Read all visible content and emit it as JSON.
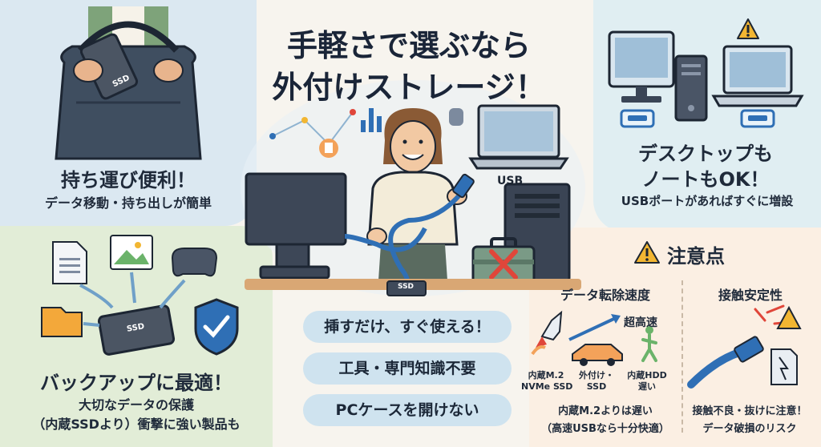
{
  "title": {
    "line1": "手軽さで選ぶなら",
    "line2": "外付けストレージ！"
  },
  "portable": {
    "heading": "持ち運び便利！",
    "sub": "データ移動・持ち出しが簡単",
    "ssd_label": "SSD"
  },
  "compat": {
    "heading1": "デスクトップも",
    "heading2": "ノートもOK！",
    "sub": "USBポートがあればすぐに増設"
  },
  "backup": {
    "heading": "バックアップに最適！",
    "sub1": "大切なデータの保護",
    "sub2": "（内蔵SSDより）衝撃に強い製品も",
    "ssd_label": "SSD"
  },
  "center": {
    "usb_label": "USB",
    "ssd_label": "SSD"
  },
  "benefits": [
    "挿すだけ、すぐ使える！",
    "工具・専門知識不要",
    "PCケースを開けない"
  ],
  "caution": {
    "heading": "注意点",
    "speed": {
      "title": "データ転除速度",
      "fast_label": "超高速",
      "items": [
        {
          "line1": "内蔵M.2",
          "line2": "NVMe SSD"
        },
        {
          "line1": "外付け・",
          "line2": "SSD"
        },
        {
          "line1": "内蔵HDD",
          "line2": "遅い"
        }
      ],
      "note1": "内蔵M.2よりは遅い",
      "note2": "（高速USBなら十分快適）"
    },
    "stability": {
      "title": "接触安定性",
      "note1": "接触不良・抜けに注意！",
      "note2": "データ破損のリスク"
    }
  },
  "colors": {
    "accent": "#2f6fb5",
    "warning": "#f2b632",
    "danger": "#e0463a"
  }
}
